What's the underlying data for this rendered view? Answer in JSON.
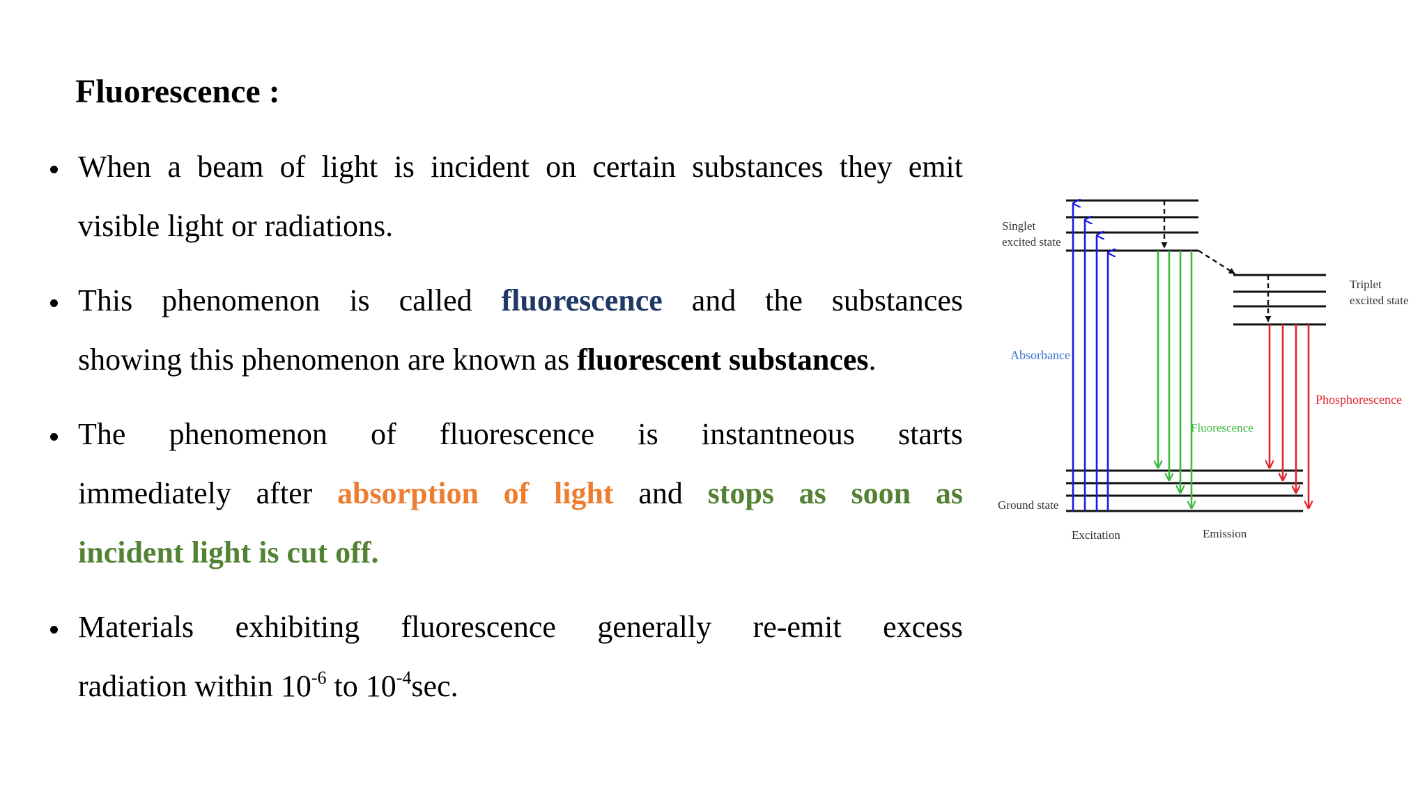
{
  "slide": {
    "title": "Fluorescence :",
    "bullets": [
      {
        "lines": [
          [
            "When",
            "a",
            "beam",
            "of",
            "light",
            "is",
            "incident",
            "on",
            "certain",
            "substances",
            "they",
            "emit"
          ],
          "visible light or radiations."
        ]
      },
      {
        "line1": [
          "This",
          "phenomenon",
          "is",
          "called",
          "fluorescence",
          "and",
          "the",
          "substances"
        ],
        "line2_start": "showing this phenomenon are known as ",
        "line2_bold": "fluorescent substances",
        "line2_end": "."
      },
      {
        "line1": [
          "The",
          "phenomenon",
          "of",
          "fluorescence",
          "is",
          "instantneous",
          "starts"
        ],
        "line2": [
          "immediately",
          "after",
          "absorption",
          "of",
          "light",
          "and",
          "stops",
          "as",
          "soon",
          "as"
        ],
        "line3": "incident light is cut off."
      },
      {
        "line1": [
          "Materials",
          "exhibiting",
          "fluorescence",
          "generally",
          "re-emit",
          "excess"
        ],
        "line2_a": "radiation within 10",
        "line2_sup1": "-6",
        "line2_b": " to 10",
        "line2_sup2": "-4",
        "line2_c": "sec."
      }
    ]
  },
  "diagram": {
    "labels": {
      "singlet_1": "Singlet",
      "singlet_2": "excited state",
      "triplet_1": "Triplet",
      "triplet_2": "excited state",
      "absorbance": "Absorbance",
      "fluorescence": "Fluorescence",
      "phosphorescence": "Phosphorescence",
      "ground_state": "Ground state",
      "excitation": "Excitation",
      "emission": "Emission"
    },
    "colors": {
      "absorbance": "#1a1ae6",
      "absorbance_label": "#3a6fc9",
      "fluorescence": "#3cb83c",
      "phosphorescence": "#e0242a",
      "levels": "#111111"
    }
  }
}
